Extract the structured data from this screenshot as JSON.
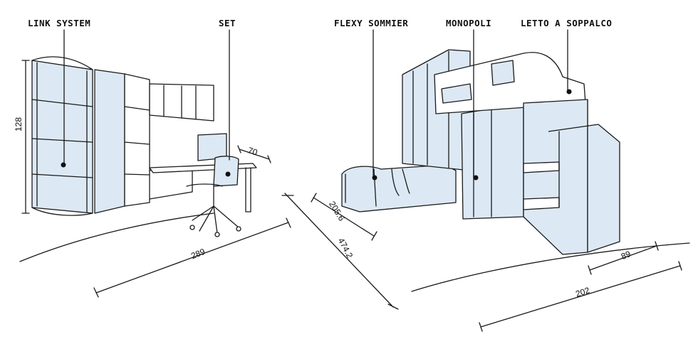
{
  "labels": {
    "link_system": "LINK SYSTEM",
    "set": "SET",
    "flexy_sommier": "FLEXY SOMMIER",
    "monopoli": "MONOPOLI",
    "letto_a_soppalco": "LETTO A SOPPALCO"
  },
  "dimensions": {
    "height_link": "128",
    "desk_depth": "70",
    "wall_left": "289",
    "bed_length": "205.6",
    "room_depth": "474.2",
    "stair_depth": "89",
    "wall_right": "202"
  },
  "colors": {
    "fill": "#dce9f4",
    "ink": "#1a1a1a"
  }
}
